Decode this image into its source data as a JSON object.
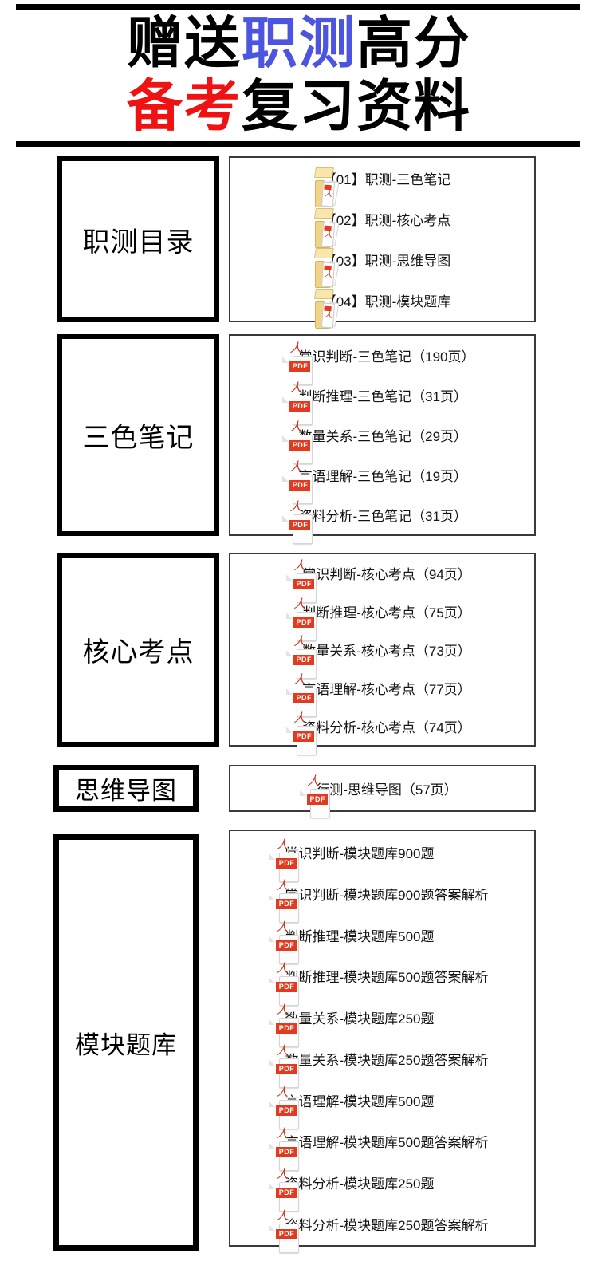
{
  "title": {
    "line1_black1": "赠送",
    "line1_blue": "职测",
    "line1_black2": "高分",
    "line2_red": "备考",
    "line2_black": "复习资料"
  },
  "colors": {
    "accent_blue": "#4b55e0",
    "accent_red": "#f01212",
    "pdf_red": "#e23a1e",
    "folder_yellow": "#f2d489"
  },
  "icons": {
    "pdf_label": "PDF",
    "pdf_figure_glyph": "人"
  },
  "sections": [
    {
      "label": "职测目录",
      "icon": "pdf-folder-icon",
      "items": [
        "【01】职测-三色笔记",
        "【02】职测-核心考点",
        "【03】职测-思维导图",
        "【04】职测-模块题库"
      ]
    },
    {
      "label": "三色笔记",
      "icon": "pdf-file-icon",
      "items": [
        "常识判断-三色笔记（190页）",
        "判断推理-三色笔记（31页）",
        "数量关系-三色笔记（29页）",
        "言语理解-三色笔记（19页）",
        "资料分析-三色笔记（31页）"
      ]
    },
    {
      "label": "核心考点",
      "icon": "pdf-file-icon",
      "items": [
        "常识判断-核心考点（94页）",
        "判断推理-核心考点（75页）",
        "数量关系-核心考点（73页）",
        "言语理解-核心考点（77页）",
        "资料分析-核心考点（74页）"
      ]
    },
    {
      "label": "思维导图",
      "icon": "pdf-file-icon",
      "items": [
        "行测-思维导图（57页）"
      ]
    },
    {
      "label": "模块题库",
      "icon": "pdf-file-icon",
      "items": [
        "常识判断-模块题库900题",
        "常识判断-模块题库900题答案解析",
        "判断推理-模块题库500题",
        "判断推理-模块题库500题答案解析",
        "数量关系-模块题库250题",
        "数量关系-模块题库250题答案解析",
        "言语理解-模块题库500题",
        "言语理解-模块题库500题答案解析",
        "资料分析-模块题库250题",
        "资料分析-模块题库250题答案解析"
      ]
    }
  ]
}
